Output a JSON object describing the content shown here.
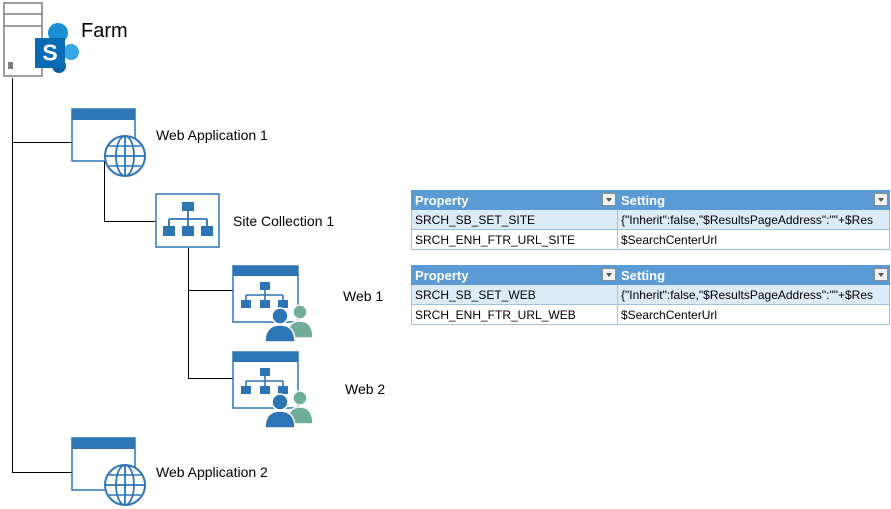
{
  "nodes": {
    "farm": "Farm",
    "web_app_1": "Web Application 1",
    "site_collection_1": "Site Collection 1",
    "web_1": "Web 1",
    "web_2": "Web 2",
    "web_app_2": "Web Application 2"
  },
  "site_table": {
    "headers": [
      "Property",
      "Setting"
    ],
    "rows": [
      {
        "property": "SRCH_SB_SET_SITE",
        "setting": "{\"Inherit\":false,\"$ResultsPageAddress\":\"\"+$Res"
      },
      {
        "property": "SRCH_ENH_FTR_URL_SITE",
        "setting": "$SearchCenterUrl"
      }
    ]
  },
  "web_table": {
    "headers": [
      "Property",
      "Setting"
    ],
    "rows": [
      {
        "property": "SRCH_SB_SET_WEB",
        "setting": "{\"Inherit\":false,\"$ResultsPageAddress\":\"\"+$Res"
      },
      {
        "property": "SRCH_ENH_FTR_URL_WEB",
        "setting": "$SearchCenterUrl"
      }
    ]
  },
  "colors": {
    "icon_blue": "#2e75b6",
    "sharepoint_blue": "#0b6ab4",
    "person_green": "#70ad9a",
    "table_header": "#5b9bd5",
    "table_band": "#ddebf7"
  }
}
